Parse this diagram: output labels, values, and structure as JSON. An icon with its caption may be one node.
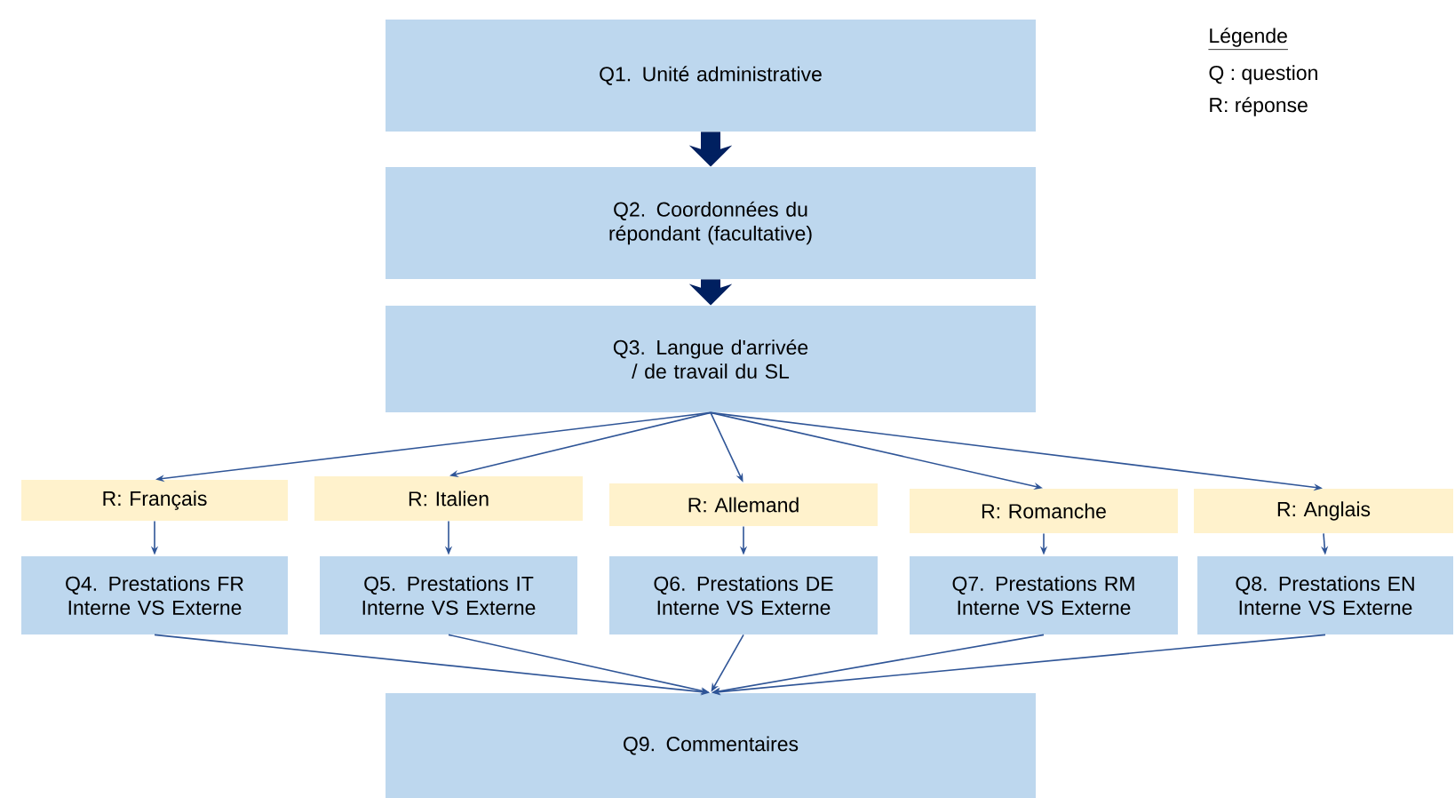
{
  "diagram": {
    "nodes": [
      {
        "text": [
          "Q1. Unité administrative"
        ]
      },
      {
        "text": [
          "Q2. Coordonnées du répondant (facultative)"
        ]
      },
      {
        "text": [
          "Q3. Langue d'arrivée / de travail du SL"
        ]
      },
      {
        "text": [
          "R: Français"
        ]
      },
      {
        "text": [
          "Q4. Prestations FR Interne VS Externe"
        ]
      },
      {
        "text": [
          "R: Italien"
        ]
      },
      {
        "text": [
          "Q5. Prestations IT Interne VS Externe"
        ]
      },
      {
        "text": [
          "R: Allemand"
        ]
      },
      {
        "text": [
          "Q6. Prestations DE Interne VS Externe"
        ]
      },
      {
        "text": [
          "R: Romanche"
        ]
      },
      {
        "text": [
          "Q7. Prestations RM Interne VS Externe"
        ]
      },
      {
        "text": [
          "R: Anglais"
        ]
      },
      {
        "text": [
          "Q8. Prestations EN Interne VS Externe"
        ]
      },
      {
        "text": [
          "Q9. Commentaires"
        ]
      }
    ],
    "edges": [
      {
        "from": 0,
        "to": 1,
        "arrow": "to",
        "style": "thick",
        "color": "#002060"
      },
      {
        "from": 1,
        "to": 2,
        "arrow": "to",
        "style": "thick",
        "color": "#002060"
      },
      {
        "from": 2,
        "to": 3,
        "arrow": "to"
      },
      {
        "from": 2,
        "to": 5,
        "arrow": "to"
      },
      {
        "from": 2,
        "to": 7,
        "arrow": "to"
      },
      {
        "from": 2,
        "to": 9,
        "arrow": "to"
      },
      {
        "from": 2,
        "to": 11,
        "arrow": "to"
      },
      {
        "from": 3,
        "to": 4,
        "arrow": "to"
      },
      {
        "from": 5,
        "to": 6,
        "arrow": "to"
      },
      {
        "from": 7,
        "to": 8,
        "arrow": "to"
      },
      {
        "from": 9,
        "to": 10,
        "arrow": "to"
      },
      {
        "from": 11,
        "to": 12,
        "arrow": "to"
      },
      {
        "from": 4,
        "to": 13,
        "arrow": "to"
      },
      {
        "from": 6,
        "to": 13,
        "arrow": "to"
      },
      {
        "from": 8,
        "to": 13,
        "arrow": "to"
      },
      {
        "from": 10,
        "to": 13,
        "arrow": "to"
      },
      {
        "from": 12,
        "to": 13,
        "arrow": "to"
      }
    ],
    "labels": [
      "Légende",
      "Q : question",
      "R: réponse"
    ]
  }
}
